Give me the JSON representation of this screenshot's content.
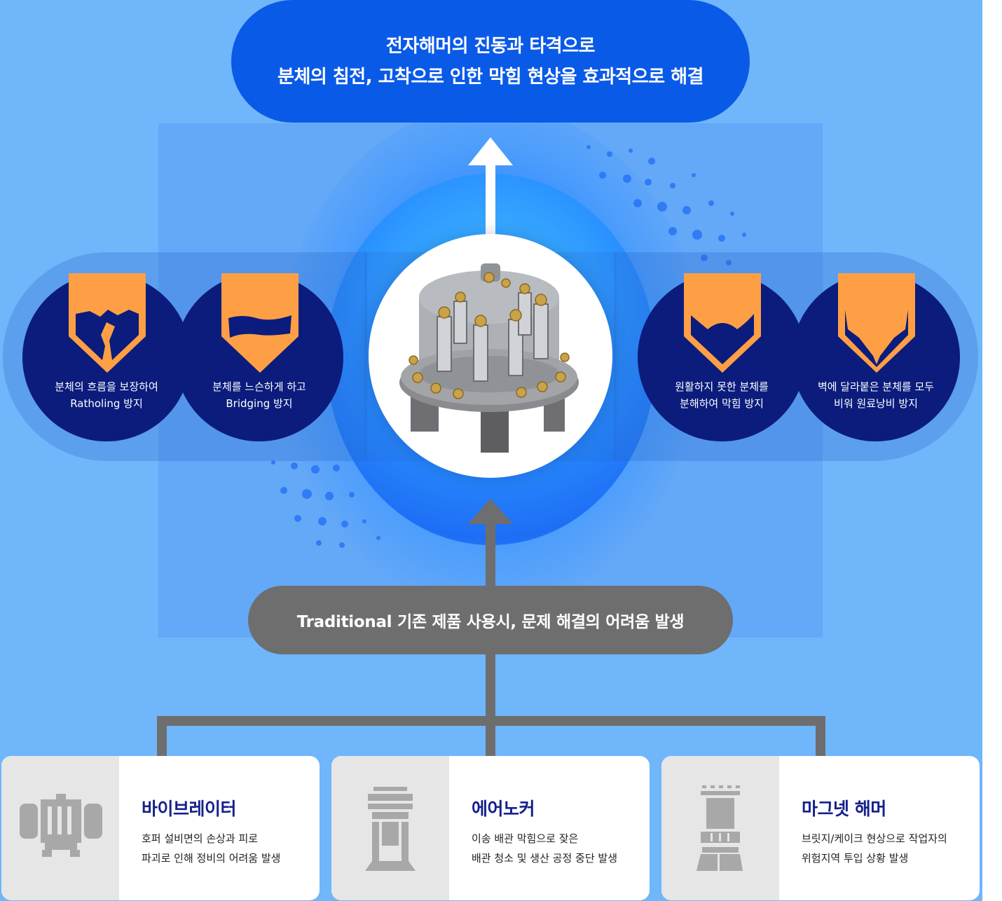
{
  "header": {
    "line1": "전자해머의 진동과 타격으로",
    "line2": "분체의 침전, 고착으로 인한 막힘 현상을 효과적으로 해결"
  },
  "benefits_left": [
    {
      "line1": "분체의 흐름을 보장하여",
      "line2": "Ratholing 방지",
      "icon": "ratholing-hopper-icon"
    },
    {
      "line1": "분체를 느슨하게 하고",
      "line2": "Bridging 방지",
      "icon": "bridging-hopper-icon"
    }
  ],
  "benefits_right": [
    {
      "line1": "원활하지 못한 분체를",
      "line2": "분해하여 막힘 방지",
      "icon": "arching-hopper-icon"
    },
    {
      "line1": "벽에 달라붙은 분체를 모두",
      "line2": "비워 원료낭비 방지",
      "icon": "wall-buildup-hopper-icon"
    }
  ],
  "traditional": {
    "label": "Traditional 기존 제품 사용시, 문제 해결의 어려움 발생"
  },
  "cards": [
    {
      "title": "바이브레이터",
      "desc1": "호퍼 설비면의 손상과 피로",
      "desc2": "파괴로 인해 정비의 어려움 발생",
      "icon": "vibrator-icon"
    },
    {
      "title": "에어노커",
      "desc1": "이송 배관 막힘으로 잦은",
      "desc2": "배관 청소 및 생산 공정 중단 발생",
      "icon": "air-knocker-icon"
    },
    {
      "title": "마그넷 해머",
      "desc1": "브릿지/케이크 현상으로 작업자의",
      "desc2": "위험지역 투입 상황 발생",
      "icon": "magnet-hammer-icon"
    }
  ],
  "colors": {
    "background": "#6fb6fb",
    "header_pill": "#0a5ae8",
    "circle_navy": "#0b1c7c",
    "hopper_orange": "#ff9f45",
    "gray_pill": "#6e6e6e",
    "card_title": "#15208c"
  }
}
